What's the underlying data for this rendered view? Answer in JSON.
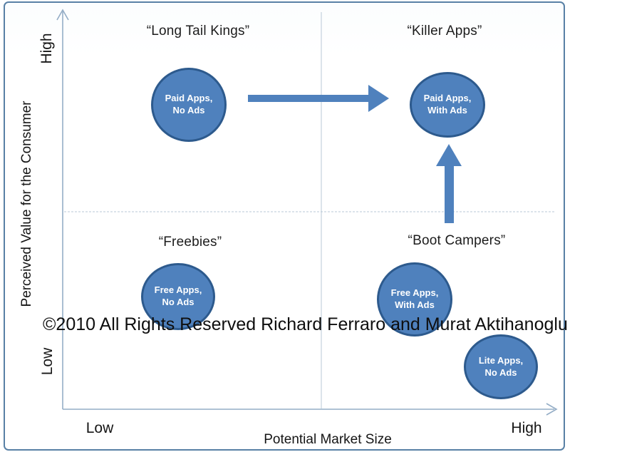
{
  "colors": {
    "bubble_fill": "#4f81bd",
    "bubble_border": "#2d5a8d",
    "arrow": "#4f81bd",
    "frame_border": "#5880a5",
    "axis": "#94adc6",
    "midline": "#b9c8d7"
  },
  "axis": {
    "y_title": "Perceived Value for the Consumer",
    "y_high": "High",
    "y_low": "Low",
    "x_low": "Low",
    "x_title": "Potential Market Size",
    "x_high": "High"
  },
  "quadrants": {
    "top_left": "“Long Tail Kings”",
    "top_right": "“Killer Apps”",
    "bottom_left": "“Freebies”",
    "bottom_right": "“Boot Campers”"
  },
  "bubbles": {
    "paid_no_ads": {
      "line1": "Paid Apps,",
      "line2": "No Ads",
      "quadrant": "top-left"
    },
    "paid_with_ads": {
      "line1": "Paid Apps,",
      "line2": "With Ads",
      "quadrant": "top-right"
    },
    "free_no_ads": {
      "line1": "Free Apps,",
      "line2": "No Ads",
      "quadrant": "bottom-left"
    },
    "free_with_ads": {
      "line1": "Free Apps,",
      "line2": "With Ads",
      "quadrant": "bottom-right"
    },
    "lite_no_ads": {
      "line1": "Lite Apps,",
      "line2": "No Ads",
      "quadrant": "bottom-right"
    }
  },
  "arrows": [
    {
      "from": "paid_no_ads",
      "to": "paid_with_ads",
      "direction": "right"
    },
    {
      "from": "free_with_ads",
      "to": "paid_with_ads",
      "direction": "up"
    }
  ],
  "copyright": "©2010 All Rights Reserved Richard Ferraro and Murat Aktihanoglu"
}
